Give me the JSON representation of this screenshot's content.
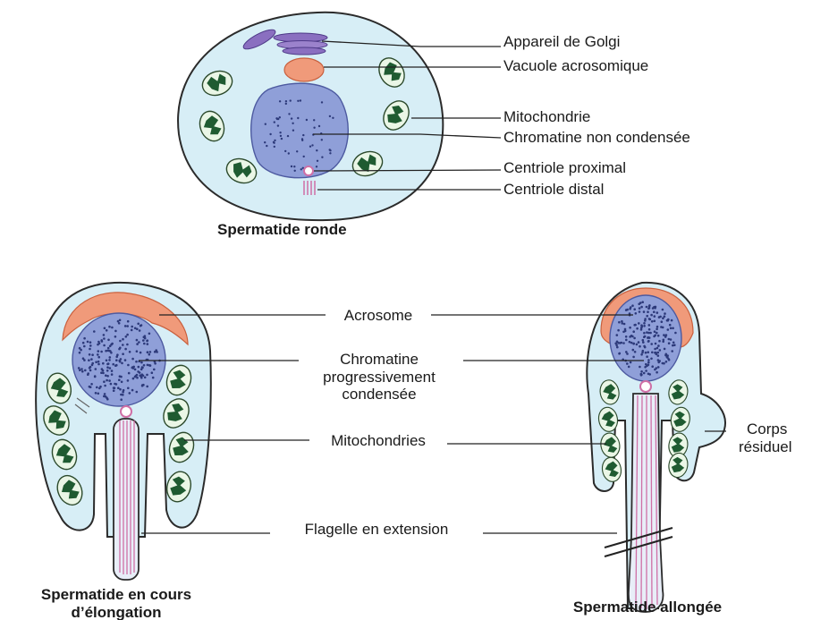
{
  "labels": {
    "golgi": "Appareil de Golgi",
    "vacuole": "Vacuole acrosomique",
    "mitochondrie": "Mitochondrie",
    "chromatine_nc": "Chromatine non condensée",
    "centriole_prox": "Centriole proximal",
    "centriole_dist": "Centriole distal",
    "acrosome": "Acrosome",
    "chromatine_prog_1": "Chromatine",
    "chromatine_prog_2": "progressivement",
    "chromatine_prog_3": "condensée",
    "mitochondries": "Mitochondries",
    "corps_1": "Corps",
    "corps_2": "résiduel",
    "flagelle": "Flagelle en extension"
  },
  "captions": {
    "ronde": "Spermatide ronde",
    "elongation_1": "Spermatide en cours",
    "elongation_2": "d’élongation",
    "allongee": "Spermatide allongée"
  },
  "colors": {
    "cytoplasm": "#d7eef6",
    "nucleus": "#8f9fd8",
    "acrosome": "#f09a7a",
    "mitochondria": "#1f5b31",
    "golgi": "#8a6fc0",
    "fibers": "#cf6fa6"
  }
}
